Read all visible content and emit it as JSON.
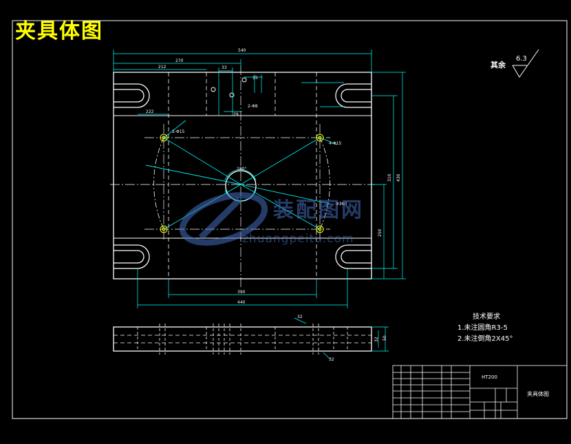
{
  "drawing": {
    "title": "夹具体图",
    "roughness_label": "其余",
    "roughness_value": "6.3",
    "dims": {
      "width_total": "540",
      "d270": "270",
      "d212": "212",
      "d33": "33",
      "d15": "15",
      "d29": "29",
      "d222": "222",
      "d390": "390",
      "d440": "440",
      "d310": "310",
      "d430": "430",
      "d250": "250",
      "d180": "180°",
      "d32": "32",
      "d50": "50",
      "hole_a": "2-Φ15",
      "hole_b": "4-Φ15",
      "hole_c": "2-Φ8",
      "hole_d": "Φ360",
      "thick_a": "32",
      "thick_b": "32"
    },
    "tech_notes": {
      "heading": "技术要求",
      "items": [
        "1.未注圆角R3-5",
        "2.未注倒角2X45°"
      ]
    },
    "title_block": {
      "material": "HT200",
      "part_name": "夹具体图"
    }
  },
  "watermark": {
    "cn": "装配图网",
    "en": "zhuangpeitu.com"
  },
  "colors": {
    "outline": "#ffffff",
    "dimension": "#00ffff",
    "center": "#ffffff",
    "hole": "#ffff00",
    "title": "#ffff00"
  }
}
